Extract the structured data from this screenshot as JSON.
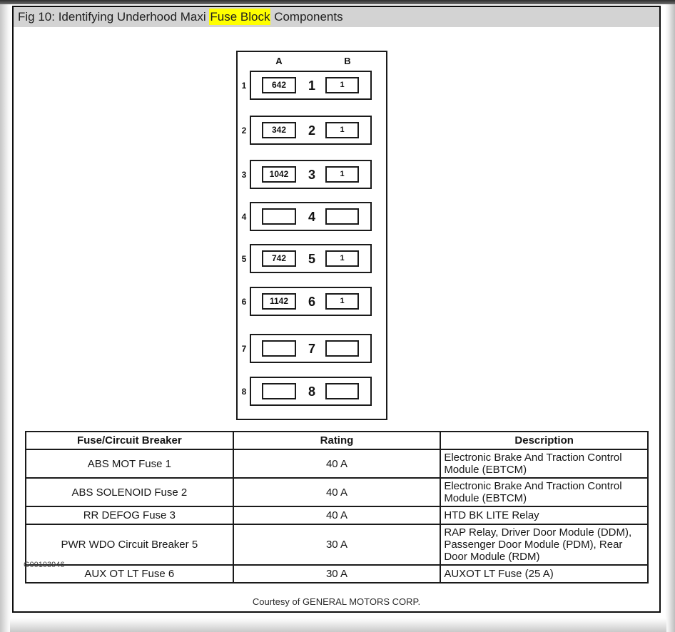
{
  "header": {
    "title_prefix": "Fig 10: Identifying Underhood Maxi ",
    "title_highlight": "Fuse Block",
    "title_suffix": " Components",
    "bar_color": "#d3d3d3",
    "highlight_color": "#ffff00"
  },
  "diagram": {
    "column_labels": {
      "a": "A",
      "b": "B"
    },
    "rows": [
      {
        "index": "1",
        "a_value": "642",
        "center": "1",
        "b_value": "1"
      },
      {
        "index": "2",
        "a_value": "342",
        "center": "2",
        "b_value": "1"
      },
      {
        "index": "3",
        "a_value": "1042",
        "center": "3",
        "b_value": "1"
      },
      {
        "index": "4",
        "a_value": "",
        "center": "4",
        "b_value": ""
      },
      {
        "index": "5",
        "a_value": "742",
        "center": "5",
        "b_value": "1"
      },
      {
        "index": "6",
        "a_value": "1142",
        "center": "6",
        "b_value": "1"
      },
      {
        "index": "7",
        "a_value": "",
        "center": "7",
        "b_value": ""
      },
      {
        "index": "8",
        "a_value": "",
        "center": "8",
        "b_value": ""
      }
    ]
  },
  "table": {
    "headers": [
      "Fuse/Circuit Breaker",
      "Rating",
      "Description"
    ],
    "rows": [
      {
        "fuse": "ABS MOT Fuse 1",
        "rating": "40 A",
        "description": "Electronic Brake And Traction Control Module (EBTCM)"
      },
      {
        "fuse": "ABS SOLENOID Fuse 2",
        "rating": "40 A",
        "description": "Electronic Brake And Traction Control Module (EBTCM)"
      },
      {
        "fuse": "RR DEFOG Fuse 3",
        "rating": "40 A",
        "description": "HTD BK LITE Relay"
      },
      {
        "fuse": "PWR WDO Circuit Breaker 5",
        "rating": "30 A",
        "description": "RAP Relay, Driver Door Module (DDM), Passenger Door Module (PDM), Rear Door Module (RDM)"
      },
      {
        "fuse": "AUX OT LT Fuse 6",
        "rating": "30 A",
        "description": "AUXOT LT Fuse (25 A)"
      }
    ]
  },
  "footer": {
    "figure_id": "G00103946",
    "courtesy": "Courtesy of GENERAL MOTORS CORP."
  }
}
